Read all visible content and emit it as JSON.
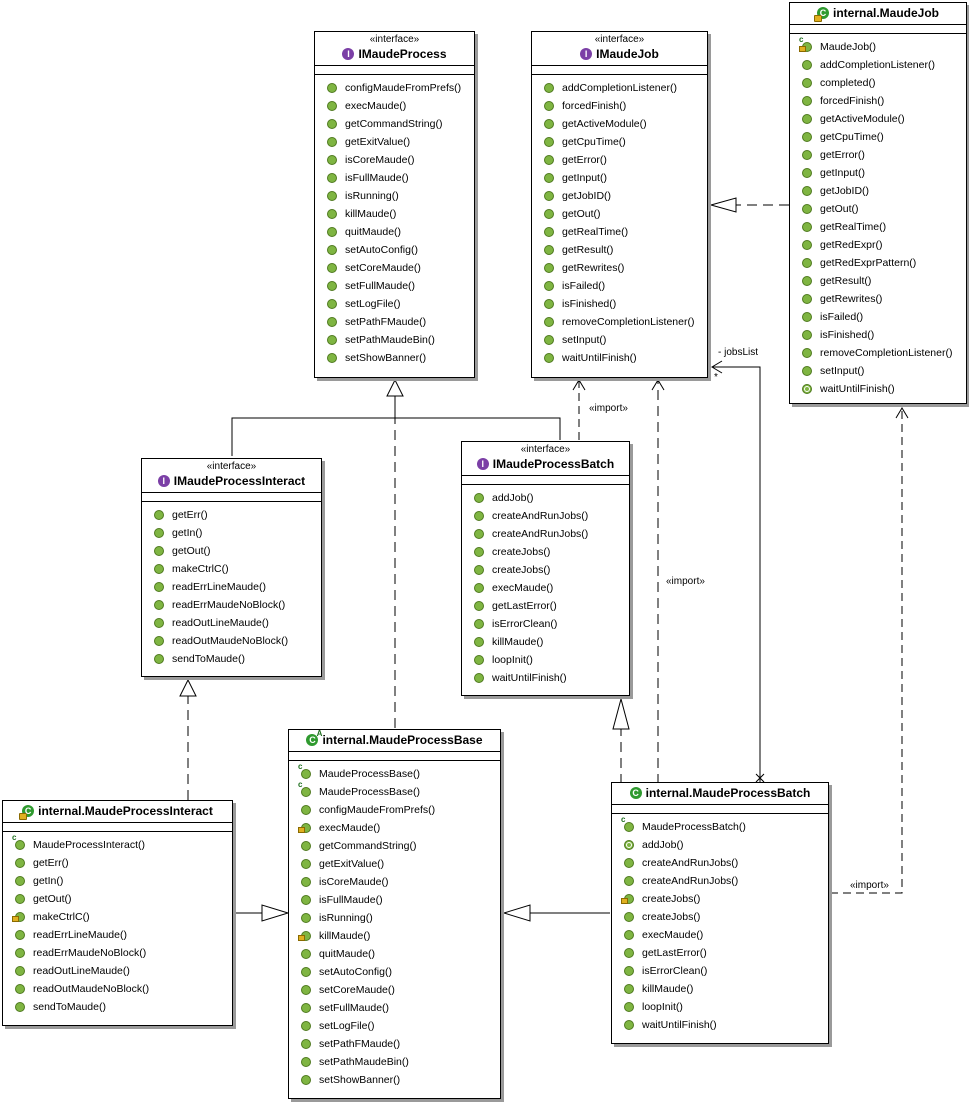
{
  "boxes": {
    "imaudeprocess": {
      "stereotype": "«interface»",
      "name": "IMaudeProcess",
      "ops": [
        "configMaudeFromPrefs()",
        "execMaude()",
        "getCommandString()",
        "getExitValue()",
        "isCoreMaude()",
        "isFullMaude()",
        "isRunning()",
        "killMaude()",
        "quitMaude()",
        "setAutoConfig()",
        "setCoreMaude()",
        "setFullMaude()",
        "setLogFile()",
        "setPathFMaude()",
        "setPathMaudeBin()",
        "setShowBanner()"
      ]
    },
    "imaudejob": {
      "stereotype": "«interface»",
      "name": "IMaudeJob",
      "ops": [
        "addCompletionListener()",
        "forcedFinish()",
        "getActiveModule()",
        "getCpuTime()",
        "getError()",
        "getInput()",
        "getJobID()",
        "getOut()",
        "getRealTime()",
        "getResult()",
        "getRewrites()",
        "isFailed()",
        "isFinished()",
        "removeCompletionListener()",
        "setInput()",
        "waitUntilFinish()"
      ]
    },
    "maudejob": {
      "name": "internal.MaudeJob",
      "ops": [
        "MaudeJob()",
        "addCompletionListener()",
        "completed()",
        "forcedFinish()",
        "getActiveModule()",
        "getCpuTime()",
        "getError()",
        "getInput()",
        "getJobID()",
        "getOut()",
        "getRealTime()",
        "getRedExpr()",
        "getRedExprPattern()",
        "getResult()",
        "getRewrites()",
        "isFailed()",
        "isFinished()",
        "removeCompletionListener()",
        "setInput()",
        "waitUntilFinish()"
      ]
    },
    "imaudeprocessinteract": {
      "stereotype": "«interface»",
      "name": "IMaudeProcessInteract",
      "ops": [
        "getErr()",
        "getIn()",
        "getOut()",
        "makeCtrlC()",
        "readErrLineMaude()",
        "readErrMaudeNoBlock()",
        "readOutLineMaude()",
        "readOutMaudeNoBlock()",
        "sendToMaude()"
      ]
    },
    "imaudeprocessbatch": {
      "stereotype": "«interface»",
      "name": "IMaudeProcessBatch",
      "ops": [
        "addJob()",
        "createAndRunJobs()",
        "createAndRunJobs()",
        "createJobs()",
        "createJobs()",
        "execMaude()",
        "getLastError()",
        "isErrorClean()",
        "killMaude()",
        "loopInit()",
        "waitUntilFinish()"
      ]
    },
    "maudeprocessinteract": {
      "name": "internal.MaudeProcessInteract",
      "ops": [
        "MaudeProcessInteract()",
        "getErr()",
        "getIn()",
        "getOut()",
        "makeCtrlC()",
        "readErrLineMaude()",
        "readErrMaudeNoBlock()",
        "readOutLineMaude()",
        "readOutMaudeNoBlock()",
        "sendToMaude()"
      ]
    },
    "maudeprocessbase": {
      "name": "internal.MaudeProcessBase",
      "ops": [
        "MaudeProcessBase()",
        "MaudeProcessBase()",
        "configMaudeFromPrefs()",
        "execMaude()",
        "getCommandString()",
        "getExitValue()",
        "isCoreMaude()",
        "isFullMaude()",
        "isRunning()",
        "killMaude()",
        "quitMaude()",
        "setAutoConfig()",
        "setCoreMaude()",
        "setFullMaude()",
        "setLogFile()",
        "setPathFMaude()",
        "setPathMaudeBin()",
        "setShowBanner()"
      ]
    },
    "maudeprocessbatch": {
      "name": "internal.MaudeProcessBatch",
      "ops": [
        "MaudeProcessBatch()",
        "addJob()",
        "createAndRunJobs()",
        "createAndRunJobs()",
        "createJobs()",
        "createJobs()",
        "execMaude()",
        "getLastError()",
        "isErrorClean()",
        "killMaude()",
        "loopInit()",
        "waitUntilFinish()"
      ]
    }
  },
  "labels": {
    "import_batch_to_job": "«import»",
    "import_center": "«import»",
    "import_job": "«import»",
    "jobs_list": "- jobsList",
    "multiplicity": "*"
  },
  "colors": {
    "interface_icon": "#7b3fa6",
    "class_icon": "#2f9a2f",
    "method_icon": "#7fb542"
  }
}
